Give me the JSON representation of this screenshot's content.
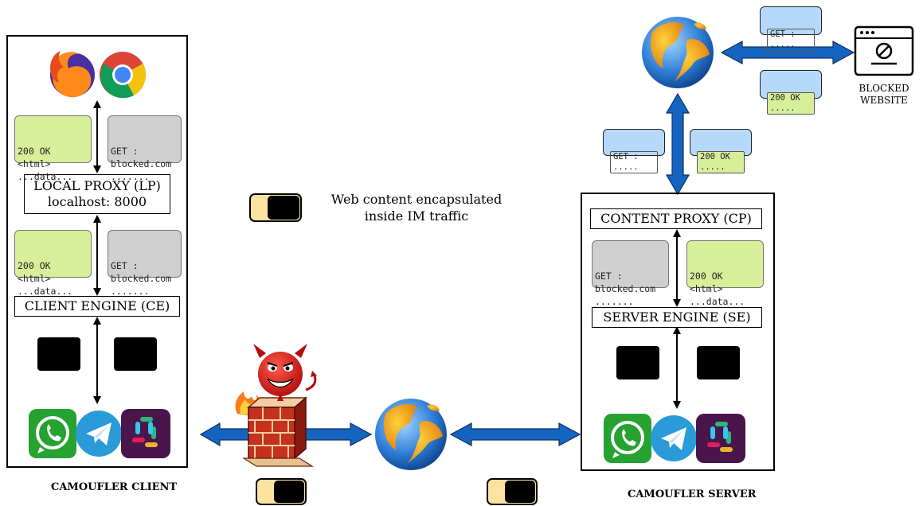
{
  "client": {
    "caption": "CAMOUFLER CLIENT",
    "local_proxy_line1": "LOCAL PROXY (LP)",
    "local_proxy_line2": "localhost: 8000",
    "client_engine": "CLIENT ENGINE (CE)",
    "msg_response_1": [
      "200 OK",
      "<html>",
      "...data..."
    ],
    "msg_request_1": [
      "GET :",
      "blocked.com",
      "......."
    ],
    "msg_response_2": [
      "200 OK",
      "<html>",
      "...data..."
    ],
    "msg_request_2": [
      "GET :",
      "blocked.com",
      "......."
    ]
  },
  "server": {
    "caption": "CAMOUFLER SERVER",
    "content_proxy": "CONTENT PROXY (CP)",
    "server_engine": "SERVER ENGINE (SE)",
    "msg_request": [
      "GET :",
      "blocked.com",
      "......."
    ],
    "msg_response": [
      "200 OK",
      "<html>",
      "...data..."
    ]
  },
  "internet": {
    "msg_get_top": [
      "GET :",
      "....."
    ],
    "msg_ok_top": [
      "200 OK",
      "....."
    ],
    "msg_get_mid": [
      "GET :",
      "....."
    ],
    "msg_ok_mid": [
      "200 OK",
      "....."
    ]
  },
  "blocked_site": {
    "label_line1": "BLOCKED",
    "label_line2": "WEBSITE"
  },
  "legend": {
    "text_line1": "Web content encapsulated",
    "text_line2": "inside IM traffic"
  },
  "icons": [
    "firefox-icon",
    "chrome-icon",
    "whatsapp-icon",
    "telegram-icon",
    "slack-icon",
    "globe-icon",
    "firewall-icon",
    "devil-icon",
    "blocked-website-icon"
  ],
  "colors": {
    "arrow_blue": "#1565c0",
    "msg_green": "#d8ef9a",
    "msg_grey": "#cfcfcf",
    "msg_blue": "#b6d9fb",
    "packet_yellow": "#fde3a0"
  }
}
